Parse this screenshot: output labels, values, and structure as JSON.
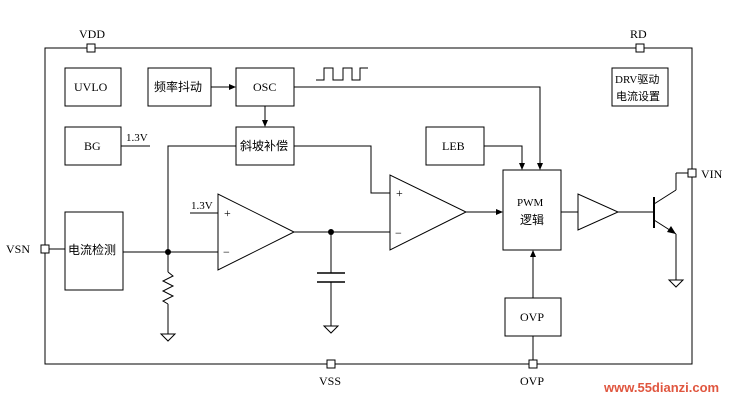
{
  "pins": {
    "vdd": "VDD",
    "rd": "RD",
    "vin": "VIN",
    "vsn": "VSN",
    "vss": "VSS",
    "ovp": "OVP"
  },
  "blocks": {
    "uvlo": "UVLO",
    "freq_jitter": "频率抖动",
    "osc": "OSC",
    "drv_line1": "DRV驱动",
    "drv_line2": "电流设置",
    "bg": "BG",
    "slope_comp": "斜坡补偿",
    "leb": "LEB",
    "current_detect": "电流检测",
    "pwm_line1": "PWM",
    "pwm_line2": "逻辑",
    "ovp_block": "OVP"
  },
  "voltages": {
    "bg_ref": "1.3V",
    "amp_ref": "1.3V"
  },
  "amp_signs": {
    "plus": "+",
    "minus": "−"
  },
  "watermark": "www.55dianzi.com"
}
